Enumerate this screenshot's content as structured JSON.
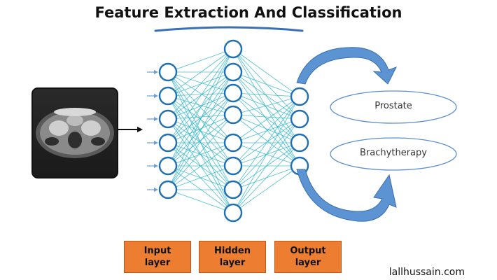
{
  "title": "Feature Extraction And Classification",
  "layers": {
    "input": {
      "label": "Input\nlayer",
      "count": 6
    },
    "hidden": {
      "label": "Hidden\nlayer",
      "count": 8
    },
    "output": {
      "label": "Output\nlayer",
      "count": 4
    }
  },
  "classes": [
    "Prostate",
    "Brachytherapy"
  ],
  "watermark": "lallhussain.com",
  "image": {
    "description": "mri-scan"
  },
  "colors": {
    "node_stroke": "#1f6fb3",
    "connection": "#2cb5c9",
    "arrow": "#4a86c8",
    "layer_box": "#ed7d31"
  }
}
